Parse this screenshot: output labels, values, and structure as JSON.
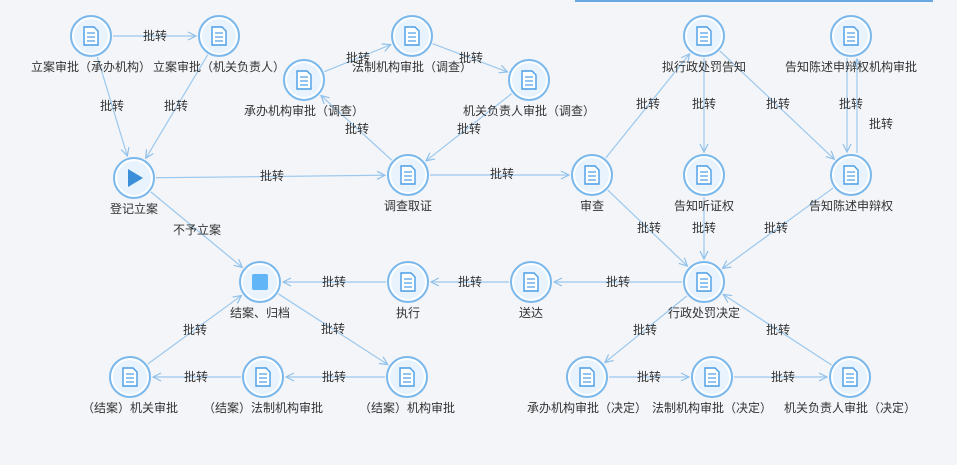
{
  "nodes": [
    {
      "id": "lasp_cb",
      "label": "立案审批（承办机构）",
      "kind": "doc"
    },
    {
      "id": "lasp_jg",
      "label": "立案审批（机关负责人）",
      "kind": "doc"
    },
    {
      "id": "dj",
      "label": "登记立案",
      "kind": "start"
    },
    {
      "id": "cb_dc",
      "label": "承办机构审批（调查）",
      "kind": "doc"
    },
    {
      "id": "fz_dc",
      "label": "法制机构审批（调查）",
      "kind": "doc"
    },
    {
      "id": "jg_dc",
      "label": "机关负责人审批（调查）",
      "kind": "doc"
    },
    {
      "id": "dcqz",
      "label": "调查取证",
      "kind": "doc"
    },
    {
      "id": "sc",
      "label": "审查",
      "kind": "doc"
    },
    {
      "id": "nx",
      "label": "拟行政处罚告知",
      "kind": "doc"
    },
    {
      "id": "gzt",
      "label": "告知听证权",
      "kind": "doc"
    },
    {
      "id": "gzs_sp",
      "label": "告知陈述申辩权机构审批",
      "kind": "doc"
    },
    {
      "id": "gzs",
      "label": "告知陈述申辩权",
      "kind": "doc"
    },
    {
      "id": "xzjd",
      "label": "行政处罚决定",
      "kind": "doc"
    },
    {
      "id": "sd",
      "label": "送达",
      "kind": "doc"
    },
    {
      "id": "zx",
      "label": "执行",
      "kind": "doc"
    },
    {
      "id": "ja",
      "label": "结案、归档",
      "kind": "end"
    },
    {
      "id": "ja_jg",
      "label": "（结案）机关审批",
      "kind": "doc"
    },
    {
      "id": "ja_fz",
      "label": "（结案）法制机构审批",
      "kind": "doc"
    },
    {
      "id": "ja_jj",
      "label": "（结案）机构审批",
      "kind": "doc"
    },
    {
      "id": "cb_jd",
      "label": "承办机构审批（决定）",
      "kind": "doc"
    },
    {
      "id": "fz_jd",
      "label": "法制机构审批（决定）",
      "kind": "doc"
    },
    {
      "id": "jg_jd",
      "label": "机关负责人审批（决定）",
      "kind": "doc"
    }
  ],
  "edges": [
    {
      "from": "lasp_cb",
      "to": "lasp_jg",
      "label": "批转"
    },
    {
      "from": "lasp_cb",
      "to": "dj",
      "label": "批转"
    },
    {
      "from": "lasp_jg",
      "to": "dj",
      "label": "批转"
    },
    {
      "from": "dj",
      "to": "dcqz",
      "label": "批转"
    },
    {
      "from": "dj",
      "to": "ja",
      "label": "不予立案"
    },
    {
      "from": "dcqz",
      "to": "cb_dc",
      "label": "批转"
    },
    {
      "from": "cb_dc",
      "to": "fz_dc",
      "label": "批转"
    },
    {
      "from": "fz_dc",
      "to": "jg_dc",
      "label": "批转"
    },
    {
      "from": "jg_dc",
      "to": "dcqz",
      "label": "批转"
    },
    {
      "from": "dcqz",
      "to": "sc",
      "label": "批转"
    },
    {
      "from": "sc",
      "to": "nx",
      "label": "批转"
    },
    {
      "from": "sc",
      "to": "xzjd",
      "label": "批转"
    },
    {
      "from": "nx",
      "to": "gzt",
      "label": "批转"
    },
    {
      "from": "nx",
      "to": "gzs",
      "label": "批转"
    },
    {
      "from": "gzs_sp",
      "to": "gzs",
      "label": "批转"
    },
    {
      "from": "gzs",
      "to": "gzs_sp",
      "label": "批转"
    },
    {
      "from": "gzt",
      "to": "xzjd",
      "label": "批转"
    },
    {
      "from": "gzs",
      "to": "xzjd",
      "label": "批转"
    },
    {
      "from": "xzjd",
      "to": "sd",
      "label": "批转"
    },
    {
      "from": "sd",
      "to": "zx",
      "label": "批转"
    },
    {
      "from": "zx",
      "to": "ja",
      "label": "批转"
    },
    {
      "from": "ja",
      "to": "ja_jj",
      "label": "批转"
    },
    {
      "from": "ja_jj",
      "to": "ja_fz",
      "label": "批转"
    },
    {
      "from": "ja_fz",
      "to": "ja_jg",
      "label": "批转"
    },
    {
      "from": "ja_jg",
      "to": "ja",
      "label": "批转"
    },
    {
      "from": "xzjd",
      "to": "cb_jd",
      "label": "批转"
    },
    {
      "from": "cb_jd",
      "to": "fz_jd",
      "label": "批转"
    },
    {
      "from": "fz_jd",
      "to": "jg_jd",
      "label": "批转"
    },
    {
      "from": "jg_jd",
      "to": "xzjd",
      "label": "批转"
    }
  ],
  "colors": {
    "line": "#9cc8ee",
    "node_stroke": "#7ab8ec",
    "icon": "#4a9de4",
    "start_fill": "#3a8fd8",
    "end_fill": "#62b6f7"
  }
}
